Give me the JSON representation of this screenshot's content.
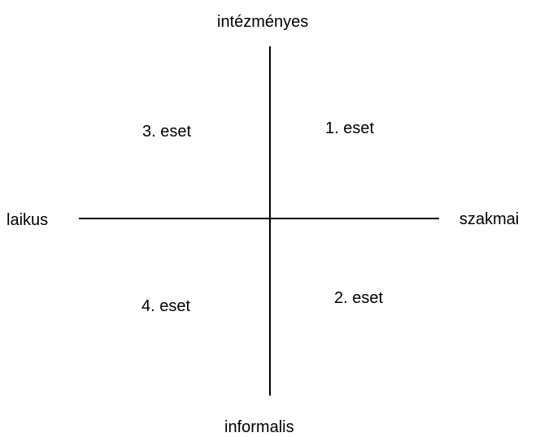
{
  "axes": {
    "top": "intézményes",
    "bottom": "informalis",
    "left": "laikus",
    "right": "szakmai"
  },
  "quadrants": {
    "top_right": "1. eset",
    "bottom_right": "2. eset",
    "top_left": "3. eset",
    "bottom_left": "4. eset"
  },
  "colors": {
    "background": "#ffffff",
    "ink": "#000000"
  }
}
